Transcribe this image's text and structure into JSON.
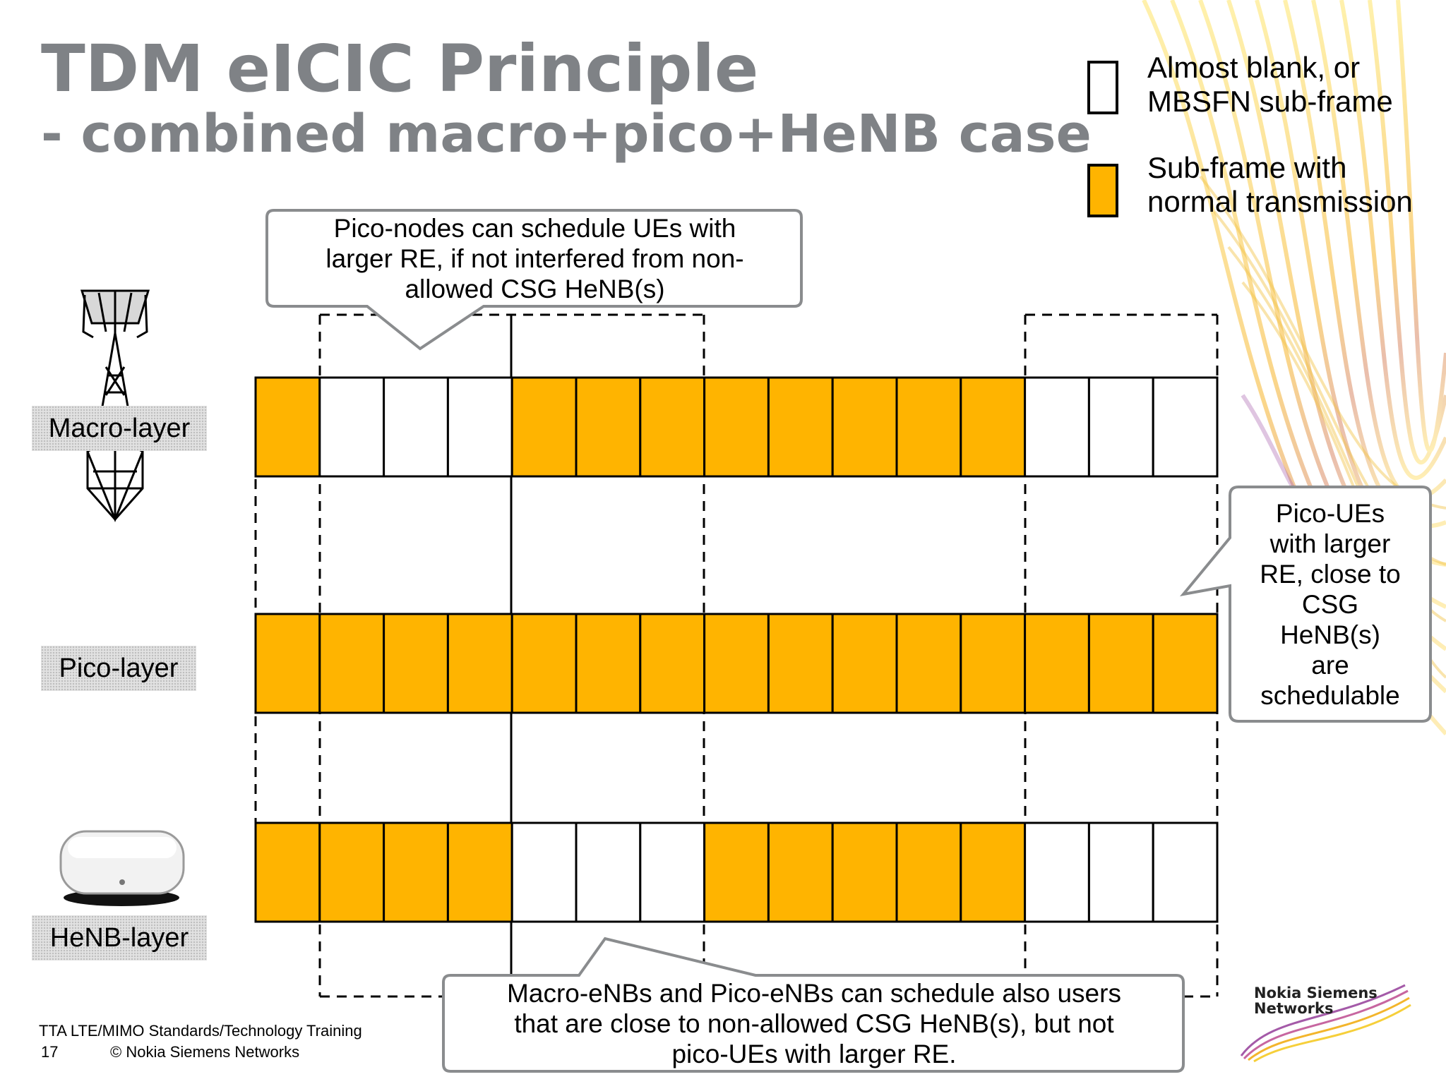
{
  "title": "TDM eICIC Principle",
  "subtitle": "- combined macro+pico+HeNB case",
  "legend": {
    "blank_label_line1": "Almost blank, or",
    "blank_label_line2": "MBSFN sub-frame",
    "normal_label_line1": "Sub-frame with",
    "normal_label_line2": "normal transmission"
  },
  "colors": {
    "normal_subframe": "#FFB400",
    "blank_subframe": "#FFFFFF",
    "title": "#7F8286",
    "callout_border": "#8A8C8E"
  },
  "layers": [
    {
      "label": "Macro-layer",
      "icon": "macro-tower-icon",
      "subframes": [
        1,
        0,
        0,
        0,
        1,
        1,
        1,
        1,
        1,
        1,
        1,
        1,
        0,
        0,
        0
      ]
    },
    {
      "label": "Pico-layer",
      "icon": "",
      "subframes": [
        1,
        1,
        1,
        1,
        1,
        1,
        1,
        1,
        1,
        1,
        1,
        1,
        1,
        1,
        1
      ]
    },
    {
      "label": "HeNB-layer",
      "icon": "henb-device-icon",
      "subframes": [
        1,
        1,
        1,
        1,
        0,
        0,
        0,
        1,
        1,
        1,
        1,
        1,
        0,
        0,
        0
      ]
    }
  ],
  "callouts": {
    "top": "Pico-nodes can schedule UEs with larger RE, if not interfered from non-allowed CSG HeNB(s)",
    "top_lines": [
      "Pico-nodes can schedule UEs with",
      "larger RE, if not interfered from non-",
      "allowed CSG HeNB(s)"
    ],
    "right_lines": [
      "Pico-UEs",
      "with larger",
      "RE, close to",
      "CSG",
      "HeNB(s)",
      "are",
      "schedulable"
    ],
    "bottom_lines": [
      "Macro-eNBs and Pico-eNBs can schedule also users",
      "that are close to non-allowed CSG HeNB(s), but not",
      "pico-UEs with larger RE."
    ]
  },
  "footer": {
    "training": "TTA LTE/MIMO Standards/Technology Training",
    "page": "17",
    "copyright": "© Nokia Siemens Networks"
  },
  "brand": {
    "line1": "Nokia Siemens",
    "line2": "Networks"
  }
}
